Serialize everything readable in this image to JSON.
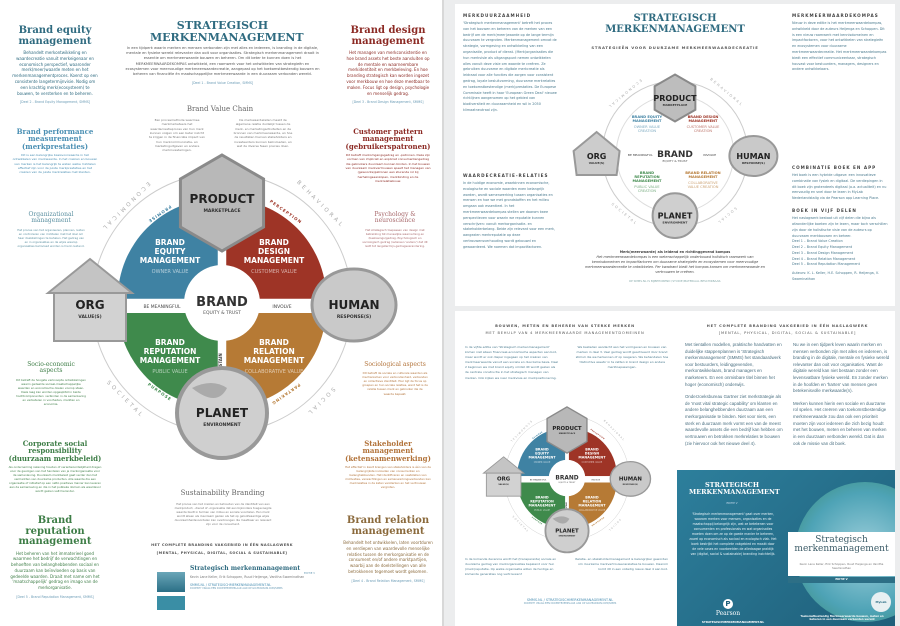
{
  "left": {
    "title": "STRATEGISCH MERKENMANAGEMENT",
    "intro": "In een tijdperk waarin merken en mensen verbonden zijn met alles en iedereen, is branding in de digitale, mentale en fysieke wereld relevanter dan ooit voor organisaties. Strategisch merkenmanagement draait in essentie om merkmeerwaarde bouwen en beheren. Om dit beter te kunnen doen is het MERKMEERWAARDEKOMPAS ontwikkeld, een raamwerk voor het ontwikkelen van strategieën en ecosystemen voor meervoudige merkmeerwaardecreatie, aangepast op het toekomstbestendig bouwen en beheren van financiële én maatschappelijke merkmeerwaarde in een duurzaam verbonden wereld.",
    "intro_src": "[Deel 1 - Brand Value Creation, SMMS]",
    "value_chain_title": "Brand Value Chain",
    "value_chain_left": "Een procesmethode waarmee merkmarketeers het waardecreatieproces van hun merk kunnen volgen om een beter inzicht te krijgen in de financiële impact van hun merkcommunicatie- en marketinguitgaven en andere merkinvesteringen.",
    "value_chain_right": "De merkwaardeketen maakt de algemene relatie duidelijk tussen de merk- en marketingactiviteiten en de bronnen van merkmeerwaarde, en hoe de resultaten hiervan stakeholders en investeerders kunnen beïnvloeden, en wat de diverse fasen precies doen.",
    "sections": [
      {
        "title": "Brand equity management",
        "text": "Behandelt merkontwikkeling en waardecreatie vanuit merkeigenaar en economisch perspectief, waaronder merk(meer)waarde meten en het merkenmanagementproces. Koerst op een consistente langetermijnvisie. Nodig om een krachtig merk(ecosysteem) te bouwen, te versterken en te beheren.",
        "src": "[Deel 2 - Brand Equity Management, SMMS]"
      },
      {
        "title": "Brand performance measurement (merkprestaties)",
        "text": "Dit is een belangrijke basisvoorwaarde in het ontwikkelen van merkwaarde. In het creëren en bouwen van merken is het belangrijk te weten welke middelen effectief zijn voor de juiste merkprestaties en het creëren van de juiste merkrelaties met klanten."
      },
      {
        "title": "Organizational management",
        "text": "Het proces van het organiseren, plannen, leiden en controleren van middelen met het doel om haar doelstellingen te behalen. Het gedrag van en in organisaties en de wijze waarop organisaties beïnvloed worden is hierin leidend."
      },
      {
        "title": "Socio-economic aspects",
        "text": "Dit betreft de hoogste verknoopte ontwikkelingen waarin gedeelde sociaal-maatschappelijke waarden en economische doelen voorop staan. Deze laag kan worden opgesplitst in beide hoofdcomponenten: verbinden in de samenleving en verbeteren in voorheden, markten en economie."
      },
      {
        "title": "Corporate social responsibility (duurzaam merkbeleid)",
        "text": "Als onderneming rekening houden of verantwoordelijkheid dragen voor de gevolgen van het handelen van je merkorganisatie voor de samenleving. Duurzaam merkbeleid gaat verder dan het vermarkten van duurzame producten. Alle waarde die een organisatie of initiatief op een netto positieve manier kan leveren aan de samenleving en die in het publieke domein als waardevol wordt gezien valt hieronder."
      },
      {
        "title": "Brand reputation management",
        "text": "Het beheren van het immaterieel goed waarmee het bedrijf de verwachtingen en behoeften van belanghebbenden sociaal en duurzaam kan beïnvloeden op basis van gedeelde waarden. Draait met name om het 'maatschappelijk' gedrag en imago van de merkorganisatie.",
        "src": "[Deel 5 - Brand Reputation Management, SMMS]"
      },
      {
        "title": "Brand design management",
        "text": "Het managen van merkconsistentie en hoe brand assets het beste aansluiten op de mentale en waarneembare merkidentiteit en merkbeleving. En hoe branding strategisch kan worden ingezet voor merkbouw en hoe deze meetbaar te maken. Focus ligt op design, psychologie en menselijk gedrag.",
        "src": "[Deel 3 - Brand Design Management, SMMS]"
      },
      {
        "title": "Customer pattern management (gebruikerspatronen)",
        "text": "Dit betreft merkomgangsgedrag en -patronen. Deze zijn vormen van impliciet en expliciet consumentengedrag die gebruikers duurzaam kunnen binden. In het bouwen van duurzaam merkvertrouwen speelt het managen van (gewoonte)patronen een sturende rol bij herhalingsaankopen, merkbinding en de merkrelatiebouw."
      },
      {
        "title": "Psychology & neuroscience",
        "text": "Het strategisch toepassen van design met betrekking tot menselijke waarneming en (beslissings)gedrag. Psychologisch en sociologisch gedrag (iedereen 'anders') dat dit leidt tot langetermijn-gedragsverandering."
      },
      {
        "title": "Sociological aspects",
        "text": "Dit betreft de sociale en culturele waarden als mechanismen voor verbondenheid, verbanden en collectieve identiteit. Hier ligt de focus op groepen en hun sociale relaties, want het is de relatie tussen merk en gebruiker die de waarde bepaalt."
      },
      {
        "title": "Stakeholder management (ketensamenwerking)",
        "text": "Het effectief in kaart brengen van stakeholders is één van de belangrijkste invloeden van consumenten en belanghebbenden. Het identificeren en vaststellen van motivaties, verwachtingen en samenwerkingsverbanden kan merkrelaties in de keten versterken en het vertrouwen vergroten."
      },
      {
        "title": "Brand relation management",
        "text": "Behandelt het ontwikkelen, laten voortduren en verdiepen van waardevolle menselijke relaties tussen de merkorganisatie en de consument en/of andere marktpartijen, waarbij aan de doelstellingen van alle betrokkenen tegemoet wordt gekomen.",
        "src": "[Deel 4 - Brand Relation Management, SMMS]"
      }
    ],
    "sustain_title": "Sustainability Branding",
    "sustain_text": "Het proces van het creëren en behouden van de identiteit van een merkproduct, -dienst of -organisatie dat een bijzondere toegevoegde waarde biedt in termen van milieu en sociale voordelen. Een merk wordt alleen als duurzaam gezien als het op geloofwaardige wijze duurzaamheidsvoordelen kan overbrengen die meetbaar en relevant zijn voor de consument.",
    "tag1": "HET COMPLETE BRANDING VAKGEBIED IN ÉÉN NASLAGWERK",
    "tag2": "[MENTAL, PHYSICAL, DIGITAL, SOCIAL & SUSTAINABLE]",
    "book_title": "Strategisch merkenmanagement",
    "book_edition": "EDITIE V",
    "book_authors": "Kevin Lane Keller, Erik Schoppen, Ruud Heijenga, Vanitha Swaminathan",
    "book_url": "SMMS.NL / STRATEGISCHMERKENMANAGEMENT.NL",
    "book_note": "DOCENT? VRAAG EEN DOCENTEXEMPLAAR AAN OP GO.PEARSON.COM/SMMS"
  },
  "wheel": {
    "product": "PRODUCT",
    "product_sub": "MARKETPLACE",
    "org": "ORG",
    "org_sub": "VALUE(S)",
    "human": "HUMAN",
    "human_sub": "RESPONSE(S)",
    "planet": "PLANET",
    "planet_sub": "ENVIRONMENT",
    "brand": "BRAND",
    "brand_sub": "EQUITY & TRUST",
    "q1": [
      "BRAND",
      "EQUITY",
      "MANAGEMENT"
    ],
    "q1_sub": "OWNER VALUE",
    "q2": [
      "BRAND",
      "DESIGN",
      "MANAGEMENT"
    ],
    "q2_sub": "CUSTOMER VALUE",
    "q3": [
      "BRAND",
      "REPUTATION",
      "MANAGEMENT"
    ],
    "q3_sub": "PUBLIC VALUE",
    "q4": [
      "BRAND",
      "RELATION",
      "MANAGEMENT"
    ],
    "q4_sub": "COLLABORATIVE VALUE",
    "fulfill": "FULFILL",
    "sustain": "SUSTAIN",
    "meaningful": "BE MEANINGFUL",
    "involve": "INVOLVE",
    "promise": "PROMISE",
    "perception": "PERCEPTION",
    "purpose": "PURPOSE",
    "partaking": "PARTAKING",
    "economical": "ECONOMICAL",
    "behavioral": "BEHAVIORAL",
    "societal": "SOCIETAL",
    "social": "SOCIAL",
    "colors": {
      "blue": "#3f82a3",
      "red": "#9e3426",
      "green": "#3f8a4c",
      "orange": "#b67a35"
    }
  },
  "right_top": {
    "title": "STRATEGISCH MERKENMANAGEMENT",
    "subtitle": "STRATEGIEËN VOOR DUURZAME MERKMEERWAARDECREATIE",
    "col1_head": "MERKDUURZAAMHEID",
    "col1_text": "'Strategisch merkenmanagement' betreft het proces van het bouwen en beheren van de merken van een bedrijf om de merk(meer)waarde op de lange termijn duurzaam te vergroten. Merkenmanagement omvat de strategie, vormgeving en ontwikkeling van een organisatie, product of dienst. (Merk)organisaties die hun merkvisie als uitgangspunt nemen ontwikkelen alles vanuit deze visie om waarde te creëren. Ze gebruiken duurzame en digitale merkcreatie als leidraad voor alle functies die zorgen voor consistent gedrag, loyale besluitvorming, duurzame merkrelaties en toekomstbestendige (merk)prestaties. De Europese Commissie heeft in haar 'European Green Deal' nieuwe richtlijnen aangenomen op het gebied van biodiversiteit en duurzaamheid en wil in 2050 klimaatneutraal zijn.",
    "col2_head": "WAARDECREATIE-RELATIES",
    "col2_text": "In de huidige economie, waarbinnen economische, ecologische en sociale waarden even belangrijk worden, wordt samenwerking tussen organisaties en mensen en hoe we met grondstoffen en het milieu omgaan ook essentieel. In het merkmeerwaardekompas stellen we daarom twee perspectieven voor waarin we reputatie kunnen verschrijven: vanuit merkorganisatie- en stakeholderbelang. Beide zijn relevant voor een merk, aangezien merkreputatie op deze vertrouwensverhouding wordt gebouwd en gewaardeerd. We noemen dat impactfactoren.",
    "col3_head": "MERKMEERWAARDEKOMPAS",
    "col3_text": "Nieuw in deze editie is het merkmeerwaardekompas, ontwikkeld door de auteurs Heijenga en Schoppen. Dit is een nieuw raamwerk met kennisdomeinen en impactfactoren, voor het ontwikkelen van strategieën en ecosystemen voor duurzame merkmeerwaardecreatie. Het merkmeerwaardekompas biedt een effectief communiceerbaar, strategisch houvast voor bestuurders, managers, designers en andere ontwikkelaars.",
    "col4_head": "COMBINATIE BOEK EN APP",
    "col4_text": "Het boek is een hybride uitgave: een innovatieve combinatie van fysiek en digitaal. De verdiepingen in dit boek zijn grotendeels digitaal (o.a. actualiteit) en nu eenvoudig en snel door te lezen in MyLab Nederlandstalig via de Pearson app Learning Place.",
    "col5_head": "BOEK IN VIJF DELEN",
    "col5_text": "Het naslagwerk bestaat uit vijf delen die bijna als afzonderlijke boeken zijn te lezen, maar toch verschillen zijn door de holistische visie van de auteurs op duurzaam merkbouwen en beheer.",
    "parts": [
      "Deel 1 – Brand Value Creation",
      "Deel 2 – Brand Equity Management",
      "Deel 3 – Brand Design Management",
      "Deel 4 – Brand Relation Management",
      "Deel 5 – Brand Reputation Management"
    ],
    "authors": "Auteurs: K. L. Keller, H.E. Schoppen, R. Heijenga, V. Swaminathan",
    "caption_bold": "Merk(meerwaarde) als leidend en richtinggevend kompas",
    "caption": "Het merkmeerwaardekompas is een wetenschappelijk onderbouwd holistisch raamwerk van kennisdomeinen en impactfactoren om duurzame strategieën en ecosystemen voor meervoudige merkmeerwaardecreatie te ontwikkelen. Per kwadrant biedt het kompas kansen om merkmeerwaarde en vertrouwen te creëren.",
    "footer": "OP SMMS.NL IS BIJBEHOREND (STUDIE)MATERIAAL BESCHIKBAAR.",
    "mini": {
      "q1": "BRAND EQUITY MANAGEMENT",
      "q1_sub": "OWNER VALUE CREATION",
      "q2": "BRAND DESIGN MANAGEMENT",
      "q2_sub": "CUSTOMER VALUE CREATION",
      "q3": "BRAND REPUTATION MANAGEMENT",
      "q3_sub": "PUBLIC VALUE CREATION",
      "q4": "BRAND RELATION MANAGEMENT",
      "q4_sub": "COLLABORATIVE VALUE CREATION"
    }
  },
  "right_bottom": {
    "head1": "BOUWEN, METEN EN BEHEREN VAN STERKE MERKEN",
    "head1_sub": "MET BEHULP VAN 4 MERKMEERWAARDE MANAGEMENTDOMEINEN",
    "head2": "HET COMPLETE BRANDING VAKGEBIED IN ÉÉN NASLAGWERK",
    "head2_sub": "[MENTAL, PHYSICAL, DIGITAL, SOCIAL & SUSTAINABLE]",
    "text_a": "In de vijfde editie van 'Strategisch merkenmanagement' komen niet alleen financieel-economische aspecten aan bod, maar wordt er ook dieper ingegaan op het creëren van merkmeerwaarde vanuit een sociale en duurzame basis. Deel 2 beginnen we met brand equity omdat dit wordt gezien als de centrale constructie in het strategisch managen van merken. Ook kijken we naar merkvisie en merkpositionering.",
    "text_b": "We besteden aandacht aan het vormgeven en bouwen van merken in deel 3. Veel gedrag wordt geactiveerd door brand stimuli die we herkennen of op reageren. We behandelen hoe 'distinctive assets' in te zetten in brand design en andere merktoepassingen.",
    "text_c": "In de komende decennia wordt het (transparante) sociale en duurzame gedrag van merkorganisaties bepalend voor hun (merk)reputatie. Op welke organisatie willen de huidige en komende generaties nog vertrouwen?",
    "text_d": "Relatie- en stakeholdermanagement is belangrijker geworden om duurzame merkvertrouwensrelaties te bouwen. Daarom komt dit in een volledig nieuw deel 4 aan bod.",
    "p1": "Met tientallen modellen, praktische handvatten en duidelijke stappenplannen is 'Strategisch merkenmanagement' (SMMS) het standaardwerk voor bestuurders, leidinggevenden, merkontwikkelaars, brand managers en marketeers. En een onmisbare titel binnen het hoger (economisch) onderwijs.",
    "p2": "Onderzoeksbureau Gartner ziet merkstrategie als de 'most vital strategic capability' om klanten en andere belanghebbenden duurzaam aan een merkorganisatie te binden. Niet voor niets, een sterk en duurzaam merk vormt een van de meest waardevolle assets die een bedrijf kan hebben om vertrouwen en betrokken merkrelaties te bouwen (zie hiervoor ook het nieuwe deel 4).",
    "p3": "Nu we in een tijdperk leven waarin merken en mensen verbonden zijn met alles en iedereen, is branding in de digitale, mentale en fysieke wereld relevanter dan ooit voor organisaties. Want de digitale wereld kan niet bestaan zonder een levensvatbare fysieke wereld. En zonder merken in de hoofden en 'harten' van mensen geen betekenisvolle merkwaarde(n).",
    "p4": "Merken kunnen hierin een sociale en duurzame rol spelen. Het creëren van toekomstbestendige merkmeerwaarde zou dan ook een prioriteit moeten zijn voor iedereen die zich bezig houdt met het bouwen, meten en beheren van merken in een duurzaam verbonden wereld. Dat is dan ook de missie van dit boek.",
    "url": "SMMS.NL / STRATEGISCHMERKENMANAGEMENT.NL",
    "note": "DOCENT? VRAAG EEN DOCENTEXEMPLAAR AAN OP GO.PEARSON.COM/SMMS"
  },
  "cover": {
    "back_title": "STRATEGISCH MERKENMANAGEMENT",
    "back_edition": "EDITIE V",
    "back_text": "'Strategisch merkenmanagement' gaat over merken, waarom merken voor mensen, organisaties en de maatschappij belangrijk zijn, wat ze betekenen voor consumenten en professionals en wat organisaties moeten doen om ze op de goede manier te beheren, zowel op economisch als sociaal en ecologisch vlak. Het boek bestrijkt het complete vakgebied en maakt door de vele cases en voorbeelden de alledaagse praktijk van (digital, social & sustainable) branding inzichtelijk.",
    "publisher": "Pearson",
    "back_url": "STRATEGISCHMERKENMANAGEMENT.NL",
    "front_title": "Strategisch merkenmanagement",
    "front_authors": "Kevin Lane Keller, Erik Schoppen, Ruud Heijenga en Vanitha Swaminathan",
    "front_edition": "EDITIE V",
    "front_tagline": "Toekomstbestendig Merkmeerwaarde bouwen, meten en beheren in een duurzaam verbonden wereld",
    "badge": "MyLab"
  }
}
